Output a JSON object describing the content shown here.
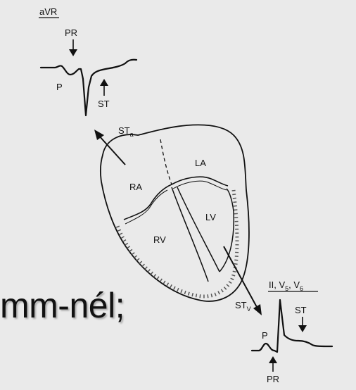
{
  "overlay_text": "mm-nél;",
  "avr": {
    "lead_label": "aVR",
    "pr_label": "PR",
    "p_label": "P",
    "st_label": "ST"
  },
  "heart": {
    "sta_main": "ST",
    "sta_sub": "a",
    "la": "LA",
    "ra": "RA",
    "lv": "LV",
    "rv": "RV",
    "stv_main": "ST",
    "stv_sub": "V"
  },
  "lateral": {
    "lead_label_ii": "II, V",
    "lead_sub_5": "5",
    "lead_sep": ", V",
    "lead_sub_6": "6",
    "st_label": "ST",
    "p_label": "P",
    "pr_label": "PR"
  },
  "colors": {
    "background": "#eaeaea",
    "ink": "#111111",
    "text_shadow": "#aaaaaa"
  }
}
